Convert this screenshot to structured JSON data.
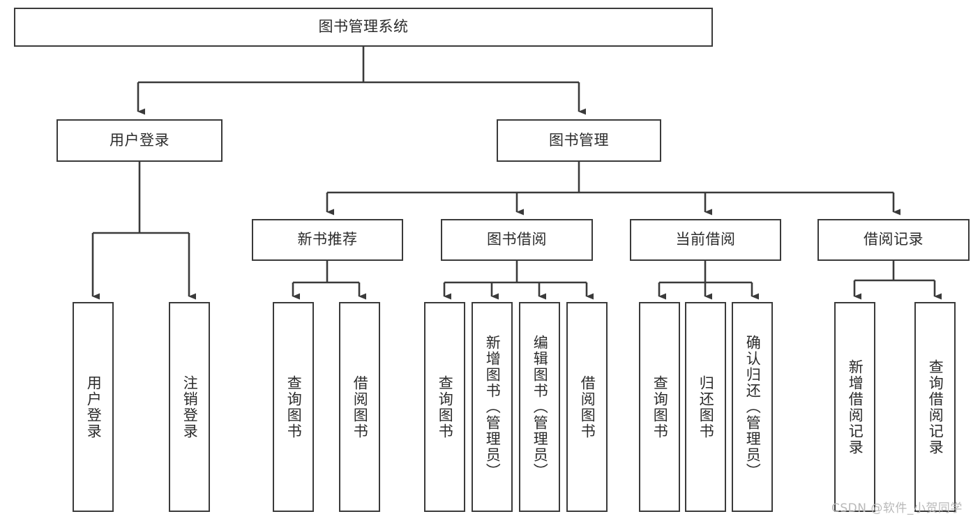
{
  "diagram": {
    "title": "图书管理系统",
    "type": "hierarchy-tree",
    "orientation": "top-down",
    "colors": {
      "box_border": "#3a3a3a",
      "box_fill": "#ffffff",
      "connector": "#3a3a3a",
      "text": "#2b2b2b",
      "watermark": "#b9b9b9",
      "background": "#ffffff"
    },
    "root": {
      "label": "图书管理系统",
      "orientation": "horizontal"
    },
    "level2": [
      {
        "label": "用户登录",
        "orientation": "horizontal"
      },
      {
        "label": "图书管理",
        "orientation": "horizontal"
      }
    ],
    "level3": [
      {
        "label": "新书推荐",
        "orientation": "horizontal"
      },
      {
        "label": "图书借阅",
        "orientation": "horizontal"
      },
      {
        "label": "当前借阅",
        "orientation": "horizontal"
      },
      {
        "label": "借阅记录",
        "orientation": "horizontal"
      }
    ],
    "leaves_user_login": [
      {
        "label": "用户登录",
        "orientation": "vertical"
      },
      {
        "label": "注销登录",
        "orientation": "vertical"
      }
    ],
    "leaves_new_book": [
      {
        "label": "查询图书",
        "orientation": "vertical"
      },
      {
        "label": "借阅图书",
        "orientation": "vertical"
      }
    ],
    "leaves_book_borrow": [
      {
        "label": "查询图书",
        "orientation": "vertical"
      },
      {
        "label": "新增图书（管理员）",
        "orientation": "vertical"
      },
      {
        "label": "编辑图书（管理员）",
        "orientation": "vertical"
      },
      {
        "label": "借阅图书",
        "orientation": "vertical"
      }
    ],
    "leaves_current_borrow": [
      {
        "label": "查询图书",
        "orientation": "vertical"
      },
      {
        "label": "归还图书",
        "orientation": "vertical"
      },
      {
        "label": "确认归还（管理员）",
        "orientation": "vertical"
      }
    ],
    "leaves_borrow_record": [
      {
        "label": "新增借阅记录",
        "orientation": "vertical"
      },
      {
        "label": "查询借阅记录",
        "orientation": "vertical"
      }
    ],
    "watermark": "CSDN @软件_小贺同学"
  }
}
